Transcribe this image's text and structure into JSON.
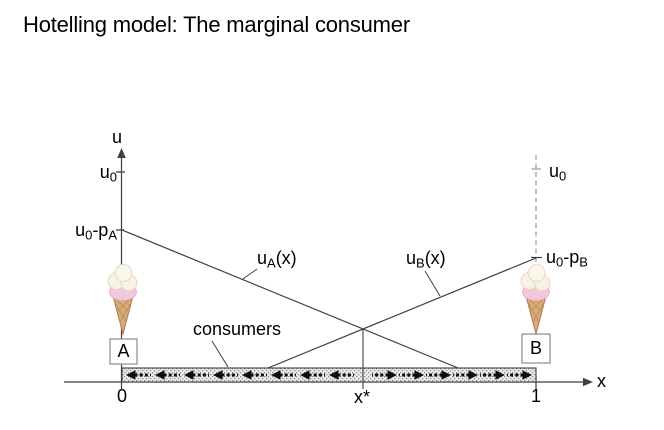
{
  "title": "Hotelling model: The marginal consumer",
  "diagram": {
    "axis": {
      "y_label": "u",
      "x_label": "x"
    },
    "ticks": {
      "zero": "0",
      "xstar": "x*",
      "one": "1"
    },
    "labels": {
      "u0_left": {
        "base": "u",
        "sub": "0"
      },
      "u0_minus_pa": {
        "p1": "u",
        "s1": "0",
        "p2": "-p",
        "s2": "A"
      },
      "ua_curve": {
        "p1": "u",
        "s1": "A",
        "p2": "(x)"
      },
      "ub_curve": {
        "p1": "u",
        "s1": "B",
        "p2": "(x)"
      },
      "u0_right": {
        "base": "u",
        "sub": "0"
      },
      "u0_minus_pb": {
        "p1": "u",
        "s1": "0",
        "p2": "-p",
        "s2": "B"
      },
      "consumers": "consumers",
      "firm_a": "A",
      "firm_b": "B"
    },
    "icons": {
      "firm_a": "ice-cream-cone",
      "firm_b": "ice-cream-cone"
    },
    "colors": {
      "line": "#3f3f3f",
      "dashed_guide": "#a6a6a6",
      "text": "#000000",
      "bar_border": "#3f3f3f",
      "bar_dots": "#8f8f8f",
      "arrow": "#0d0d0d",
      "cone": "#d9ab77",
      "scoop_cream": "#f7f2e4",
      "scoop_pink": "#f3c8da",
      "box_border": "#8c8c8c"
    }
  }
}
